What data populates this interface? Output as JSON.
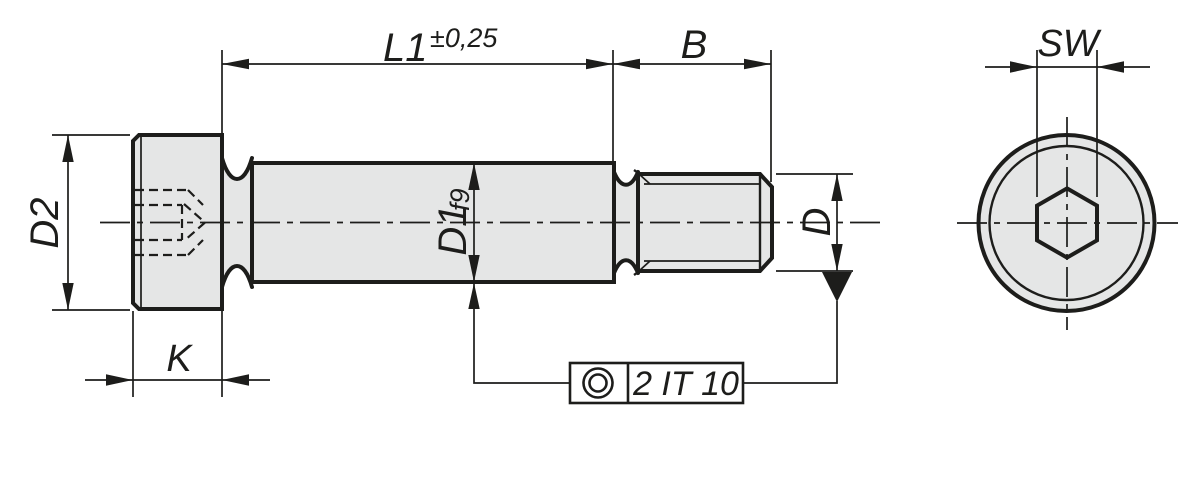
{
  "drawing": {
    "type": "technical-drawing-shoulder-screw",
    "views": {
      "side_view": {
        "dimensions": {
          "shoulder_length": "L1",
          "shoulder_length_tolerance": "±0,25",
          "thread_length": "B",
          "head_diameter": "D2",
          "shoulder_diameter": "D1",
          "shoulder_diameter_fit": "f9",
          "thread_diameter": "D",
          "head_height": "K"
        },
        "tolerance_frame": {
          "symbol_icon": "concentricity-icon",
          "value": "2 IT 10"
        }
      },
      "end_view": {
        "dimensions": {
          "hex_socket_width": "SW"
        }
      }
    },
    "colors": {
      "line": "#1d1d1b",
      "part_fill": "#e5e6e6",
      "background": "#ffffff"
    }
  }
}
